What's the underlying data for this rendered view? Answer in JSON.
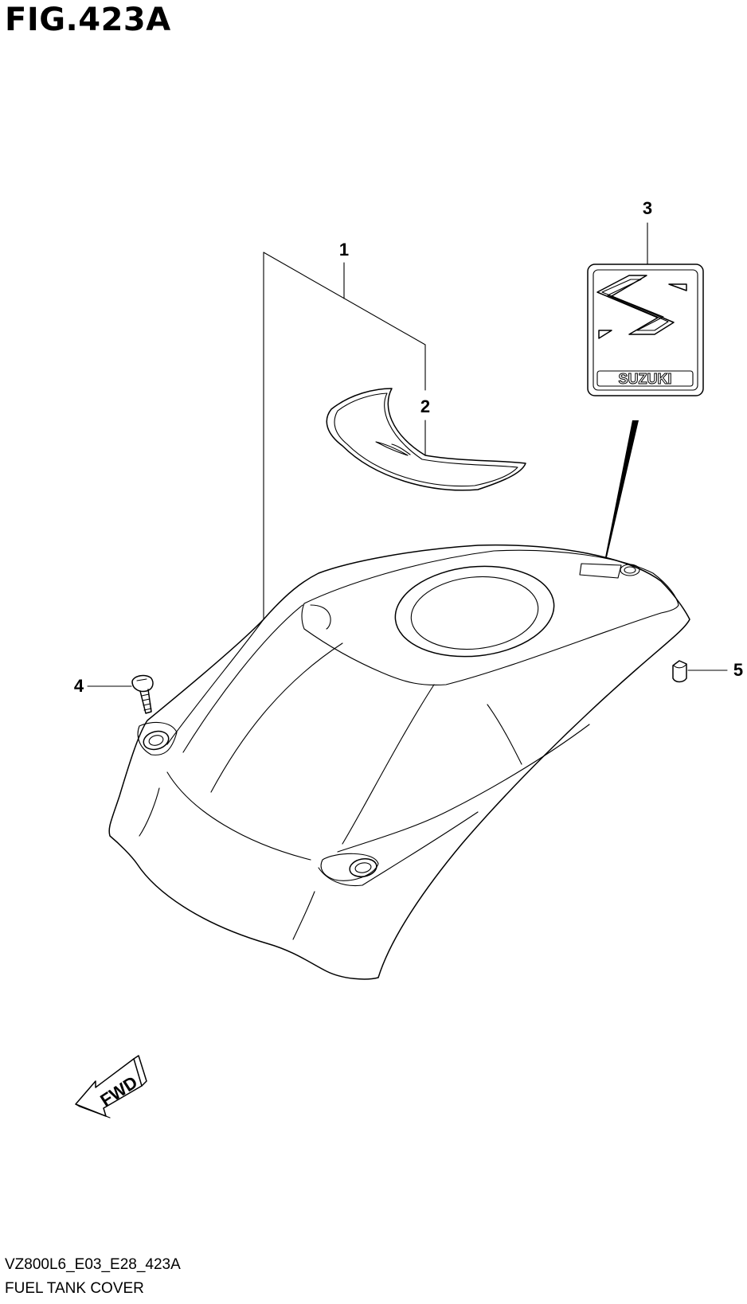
{
  "figure": {
    "title": "FIG.423A",
    "code": "VZ800L6_E03_E28_423A",
    "name": "FUEL TANK COVER"
  },
  "callouts": [
    {
      "number": "1",
      "part": "fuel-tank-cover"
    },
    {
      "number": "2",
      "part": "cover-insert"
    },
    {
      "number": "3",
      "part": "suzuki-emblem"
    },
    {
      "number": "4",
      "part": "screw"
    },
    {
      "number": "5",
      "part": "grommet-nut"
    }
  ],
  "emblem": {
    "text": "SUZUKI"
  },
  "direction_arrow": {
    "text": "FWD"
  }
}
